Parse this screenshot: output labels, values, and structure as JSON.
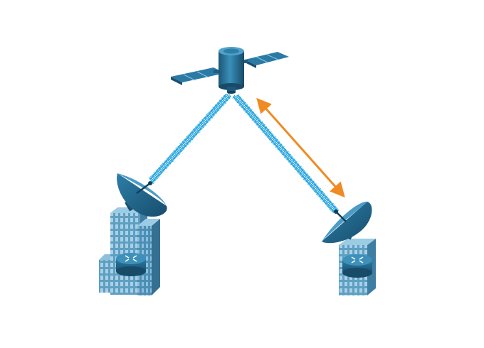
{
  "diagram": {
    "nodes": [
      {
        "id": "satellite",
        "icon": "satellite-icon"
      },
      {
        "id": "dish-left",
        "icon": "satellite-dish-icon"
      },
      {
        "id": "dish-right",
        "icon": "satellite-dish-icon"
      },
      {
        "id": "building-left",
        "icon": "office-building-icon"
      },
      {
        "id": "building-right",
        "icon": "office-building-icon"
      },
      {
        "id": "router-left",
        "icon": "router-icon"
      },
      {
        "id": "router-right",
        "icon": "router-icon"
      }
    ],
    "links": [
      {
        "from": "dish-left",
        "to": "satellite",
        "style": "wireless-wave"
      },
      {
        "from": "dish-right",
        "to": "satellite",
        "style": "wireless-wave"
      }
    ],
    "annotations": [
      {
        "type": "double-arrow",
        "between": [
          "satellite",
          "dish-right"
        ]
      }
    ]
  },
  "colors": {
    "device_dark": "#1f5f82",
    "device_mid": "#2f84ad",
    "device_light": "#5aa7cc",
    "building_face": "#5e9fc2",
    "building_side": "#3e7ea3",
    "window": "#a9d0e6",
    "wave": "#2aa6df",
    "arrow": "#f08a24",
    "background": "#ffffff"
  }
}
